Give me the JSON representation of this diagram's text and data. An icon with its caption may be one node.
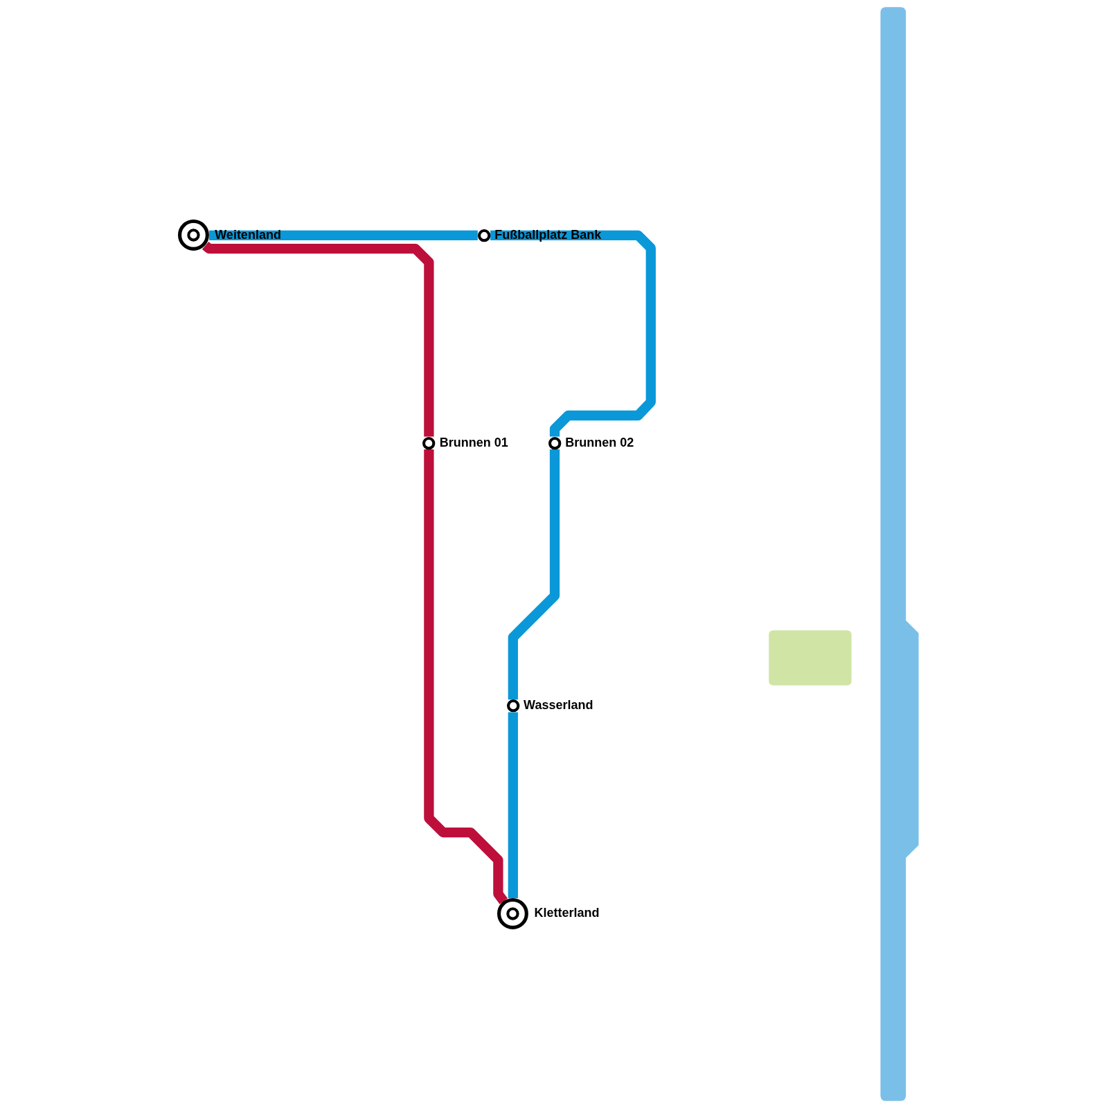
{
  "diagram": {
    "nodes": [
      {
        "text": [
          "Weitenland"
        ]
      },
      {
        "text": [
          "Fußballplatz Bank"
        ]
      },
      {
        "text": [
          "Brunnen 01"
        ]
      },
      {
        "text": [
          "Brunnen 02"
        ]
      },
      {
        "text": [
          "Wasserland"
        ]
      },
      {
        "text": [
          "Kletterland"
        ]
      }
    ],
    "edges": [
      {
        "from": 0,
        "to": 1,
        "arrow": "none"
      },
      {
        "from": 1,
        "to": 3,
        "arrow": "none"
      },
      {
        "from": 3,
        "to": 4,
        "arrow": "none"
      },
      {
        "from": 4,
        "to": 5,
        "arrow": "none"
      },
      {
        "from": 0,
        "to": 2,
        "arrow": "none",
        "color": "#bd0f3a"
      },
      {
        "from": 2,
        "to": 5,
        "arrow": "none",
        "color": "#bd0f3a"
      }
    ]
  }
}
